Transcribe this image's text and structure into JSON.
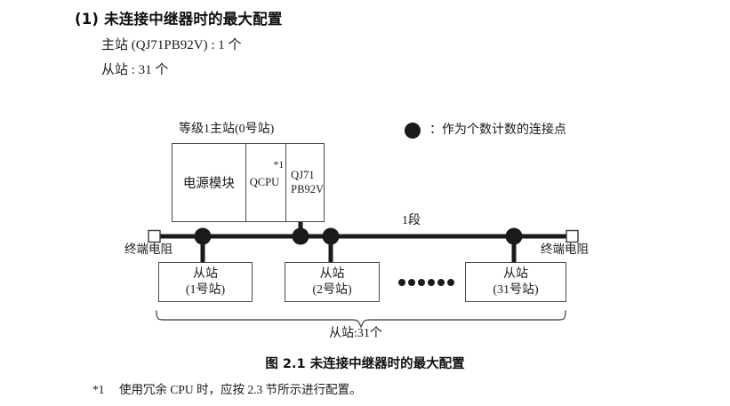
{
  "section": {
    "number": "(1)",
    "heading": "未连接中继器时的最大配置",
    "specs": [
      "主站 (QJ71PB92V) : 1 个",
      "从站 : 31 个"
    ]
  },
  "diagram": {
    "rack_title": "等级1主站(0号站)",
    "legend": {
      "symbol": "●",
      "separator": ":",
      "text": "作为个数计数的连接点",
      "full": "：作为个数计数的连接点"
    },
    "rack": {
      "power_module": "电源模块",
      "cpu": "QCPU",
      "cpu_footnote": "*1",
      "master_line1": "QJ71",
      "master_line2": "PB92V"
    },
    "segment_label": "1段",
    "terminator_left": "终端电阻",
    "terminator_right": "终端电阻",
    "slaves": [
      {
        "title": "从站",
        "station": "(1号站)"
      },
      {
        "title": "从站",
        "station": "(2号站)"
      },
      {
        "title": "从站",
        "station": "(31号站)"
      }
    ],
    "ellipsis_dot_count": 6,
    "brace_label": "从站:31个",
    "colors": {
      "bus": "#1a1a1a",
      "box_border": "#4a4a4a",
      "brace": "#555555",
      "text": "#1a1a1a"
    }
  },
  "figure": {
    "caption": "图 2.1  未连接中继器时的最大配置"
  },
  "footnote": {
    "marker": "*1",
    "text": "使用冗余 CPU 时，应按 2.3 节所示进行配置。"
  }
}
